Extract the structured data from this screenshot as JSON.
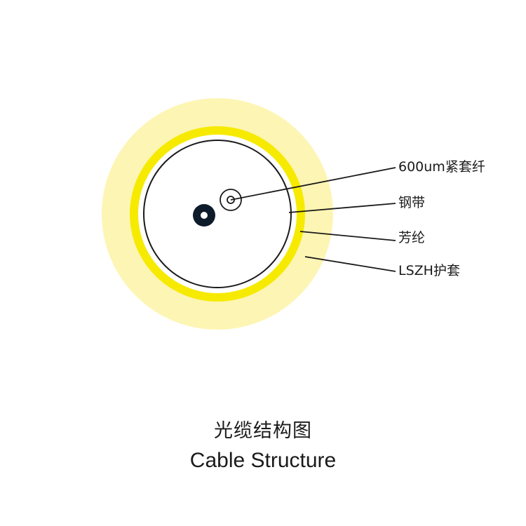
{
  "layers": [
    {
      "label": "600um紧套纤",
      "color": "#ffffff"
    },
    {
      "label": "钢带",
      "color": "#ffffff"
    },
    {
      "label": "芳纶",
      "color": "#f6ea00"
    },
    {
      "label": "LSZH护套",
      "color": "#fdf5b4"
    }
  ],
  "fiber_core_color": "#0d1b2a",
  "caption": {
    "zh": "光缆结构图",
    "en": "Cable Structure"
  }
}
